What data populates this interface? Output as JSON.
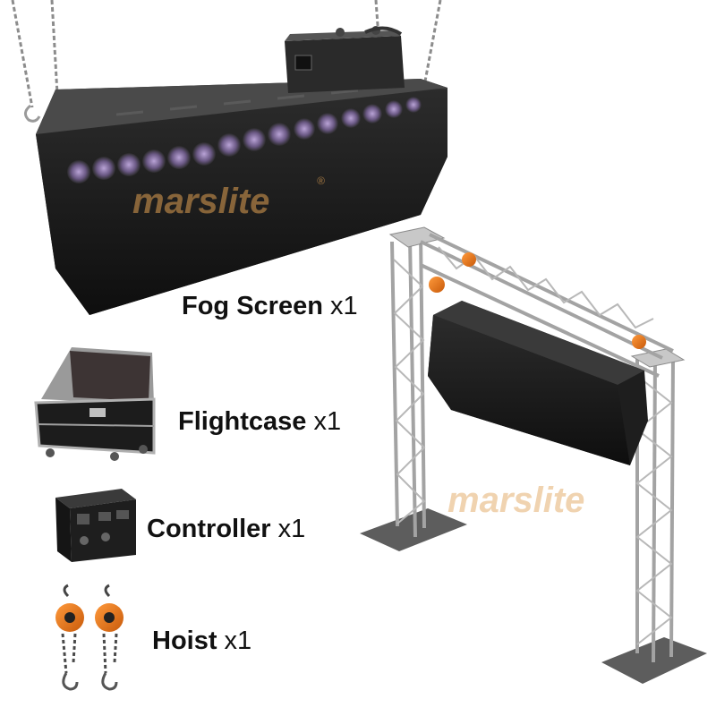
{
  "watermark": {
    "text": "marslite",
    "registered_mark": "®",
    "color": "#e0a052"
  },
  "items": [
    {
      "name": "Fog Screen",
      "qty": "x1"
    },
    {
      "name": "Flightcase",
      "qty": "x1"
    },
    {
      "name": "Controller",
      "qty": "x1"
    },
    {
      "name": "Hoist",
      "qty": "x1"
    }
  ],
  "colors": {
    "background": "#ffffff",
    "label_text": "#111111",
    "device_body": "#1e1e1e",
    "fan_glow": "#8a6fb0",
    "truss_metal": "#9a9a9a",
    "hoist_orange": "#f07a1a"
  }
}
